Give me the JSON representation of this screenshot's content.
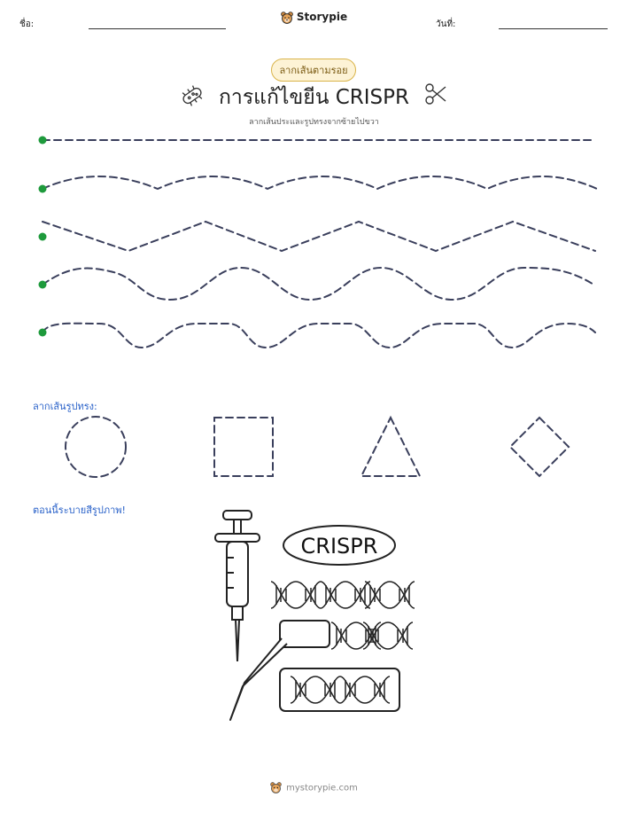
{
  "header": {
    "name_label": "ชื่อ:",
    "date_label": "วันที่:",
    "brand": "Storypie",
    "logo_icon": "bear-face-icon"
  },
  "badge": {
    "label": "ลากเส้นตามรอย"
  },
  "title": {
    "text": "การแก้ไขยีน CRISPR",
    "left_icon": "bacteria-icon",
    "right_icon": "scissors-icon"
  },
  "subtitle": "ลากเส้นประและรูปทรงจากซ้ายไปขวา",
  "tracing_lines": {
    "count": 5,
    "dot_color": "#1e9a3c",
    "line_color": "#3a3f5c",
    "styles": [
      "straight",
      "gentle-wave",
      "zigzag",
      "wave",
      "bumpy-wave"
    ]
  },
  "shapes_section": {
    "label": "ลากเส้นรูปทรง:",
    "shapes": [
      "circle",
      "square",
      "triangle",
      "diamond"
    ]
  },
  "coloring_section": {
    "label": "ตอนนี้ระบายสีรูปภาพ!",
    "picture_text": "CRISPR",
    "picture_icons": [
      "syringe-icon",
      "dna-helix-icon",
      "tweezers-icon"
    ]
  },
  "footer": {
    "text": "mystorypie.com",
    "logo_icon": "bear-face-icon"
  }
}
